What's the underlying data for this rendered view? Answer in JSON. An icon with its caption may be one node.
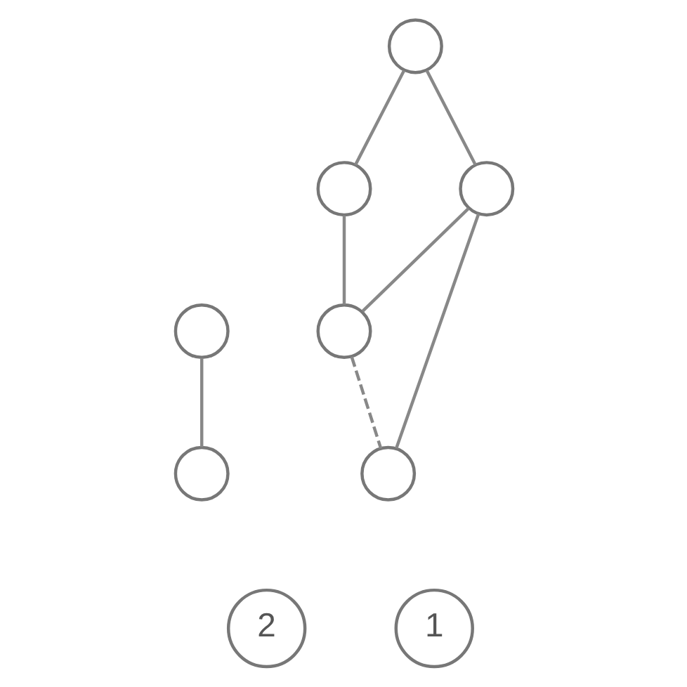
{
  "diagram": {
    "nodes": [
      {
        "text": [],
        "shape": "circle"
      },
      {
        "text": [],
        "shape": "circle"
      },
      {
        "text": [],
        "shape": "circle"
      },
      {
        "text": [],
        "shape": "circle"
      },
      {
        "text": [],
        "shape": "circle"
      },
      {
        "text": [],
        "shape": "circle"
      },
      {
        "text": [],
        "shape": "circle"
      },
      {
        "text": [
          "2"
        ]
      },
      {
        "text": [
          "1"
        ]
      }
    ],
    "edges": [
      {
        "from": 0,
        "to": 2,
        "arrow": "none"
      },
      {
        "from": 0,
        "to": 4,
        "arrow": "none"
      },
      {
        "from": 2,
        "to": 5,
        "arrow": "none"
      },
      {
        "from": 2,
        "to": 6,
        "arrow": "none"
      },
      {
        "from": 4,
        "to": 5,
        "arrow": "none"
      },
      {
        "from": 5,
        "to": 6,
        "arrow": "none",
        "style": "dashed"
      },
      {
        "from": 1,
        "to": 3,
        "arrow": "none"
      }
    ]
  }
}
